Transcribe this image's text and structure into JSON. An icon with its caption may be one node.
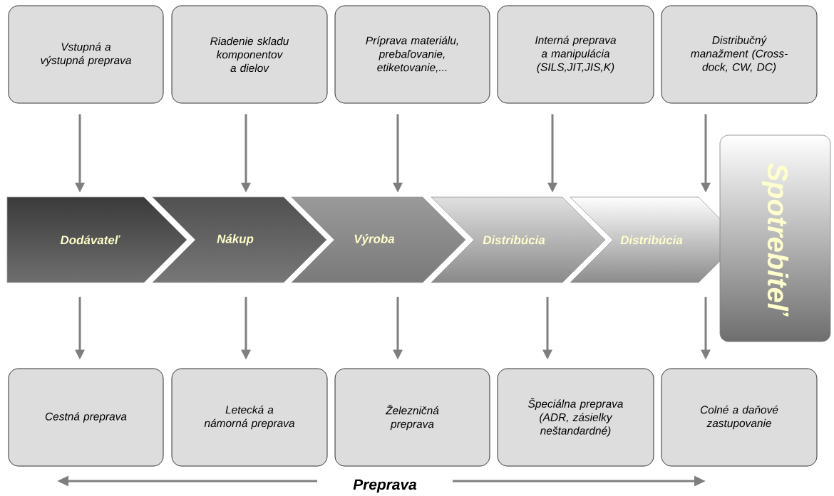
{
  "diagram": {
    "nodes": [
      {
        "text": [
          "Vstupná a výstupná preprava"
        ]
      },
      {
        "text": [
          "Riadenie skladu komponentov a dielov"
        ]
      },
      {
        "text": [
          "Príprava materiálu, prebaľovanie, etiketovanie,..."
        ]
      },
      {
        "text": [
          "Interná preprava a manipulácia (SILS,JIT,JIS,K)"
        ]
      },
      {
        "text": [
          "Distribučný manažment (Cross-dock, CW, DC)"
        ]
      },
      {
        "text": [
          "Dodávateľ"
        ]
      },
      {
        "text": [
          "Nákup"
        ]
      },
      {
        "text": [
          "Výroba"
        ]
      },
      {
        "text": [
          "Distribúcia"
        ]
      },
      {
        "text": [
          "Distribúcia"
        ]
      },
      {
        "text": [
          "Spotrebiteľ"
        ]
      },
      {
        "text": [
          "Cestná preprava"
        ]
      },
      {
        "text": [
          "Letecká a námorná preprava"
        ]
      },
      {
        "text": [
          "Železničná preprava"
        ]
      },
      {
        "text": [
          "Špeciálna preprava (ADR, zásielky neštandardné)"
        ]
      },
      {
        "text": [
          "Colné a daňové zastupovanie"
        ]
      }
    ],
    "edges": [
      {
        "from": 0,
        "to": 5,
        "arrow": "to"
      },
      {
        "from": 1,
        "to": 6,
        "arrow": "to"
      },
      {
        "from": 2,
        "to": 7,
        "arrow": "to"
      },
      {
        "from": 3,
        "to": 8,
        "arrow": "to"
      },
      {
        "from": 4,
        "to": 9,
        "arrow": "to"
      },
      {
        "from": 5,
        "to": 11,
        "arrow": "to"
      },
      {
        "from": 6,
        "to": 12,
        "arrow": "to"
      },
      {
        "from": 7,
        "to": 13,
        "arrow": "to"
      },
      {
        "from": 8,
        "to": 14,
        "arrow": "to"
      },
      {
        "from": 9,
        "to": 15,
        "arrow": "to"
      }
    ],
    "labels": [
      "Preprava"
    ]
  }
}
